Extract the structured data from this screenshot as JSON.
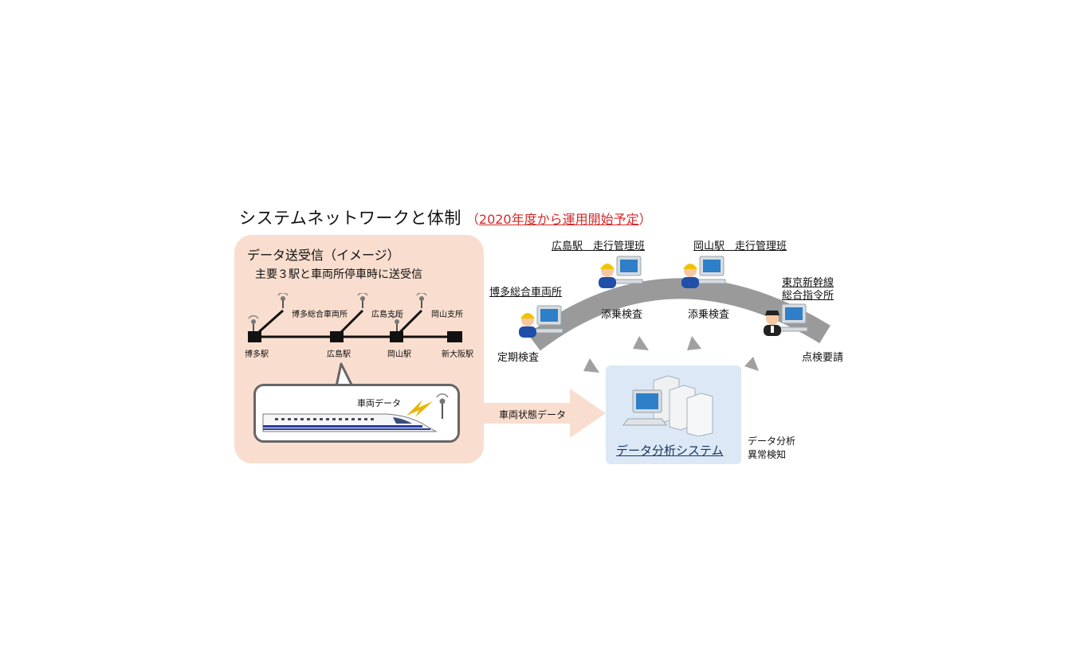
{
  "title": {
    "main": "システムネットワークと体制",
    "open_paren": "（",
    "schedule": "2020年度から運用開始予定",
    "close_paren": "）"
  },
  "left_panel": {
    "heading": "データ送受信（イメージ）",
    "subheading": "主要３駅と車両所停車時に送受信",
    "line_stations": [
      "博多駅",
      "広島駅",
      "岡山駅",
      "新大阪駅"
    ],
    "branch_labels": [
      "博多総合車両所",
      "広島支所",
      "岡山支所"
    ],
    "train_data_label": "車両データ"
  },
  "arrow_label": "車両状態データ",
  "network": {
    "hakata_depot": "博多総合車両所",
    "hiroshima_team": "広島駅　走行管理班",
    "okayama_team": "岡山駅　走行管理班",
    "tokyo_hq_line1": "東京新幹線",
    "tokyo_hq_line2": "総合指令所",
    "periodic_inspection": "定期検査",
    "ride_check_1": "添乗検査",
    "ride_check_2": "添乗検査",
    "inspection_request": "点検要請"
  },
  "analysis": {
    "system_title": "データ分析システム",
    "note_line1": "データ分析",
    "note_line2": "異常検知"
  },
  "colors": {
    "panel_bg": "#f9decf",
    "analysis_bg": "#dce8f5",
    "arc_gray": "#9a9a9a",
    "accent_red": "#d42a2a",
    "worker_helmet": "#f2c200",
    "worker_uniform": "#1f4fa8",
    "monitor_blue": "#2f7fc8",
    "lightning": "#e8b400"
  }
}
